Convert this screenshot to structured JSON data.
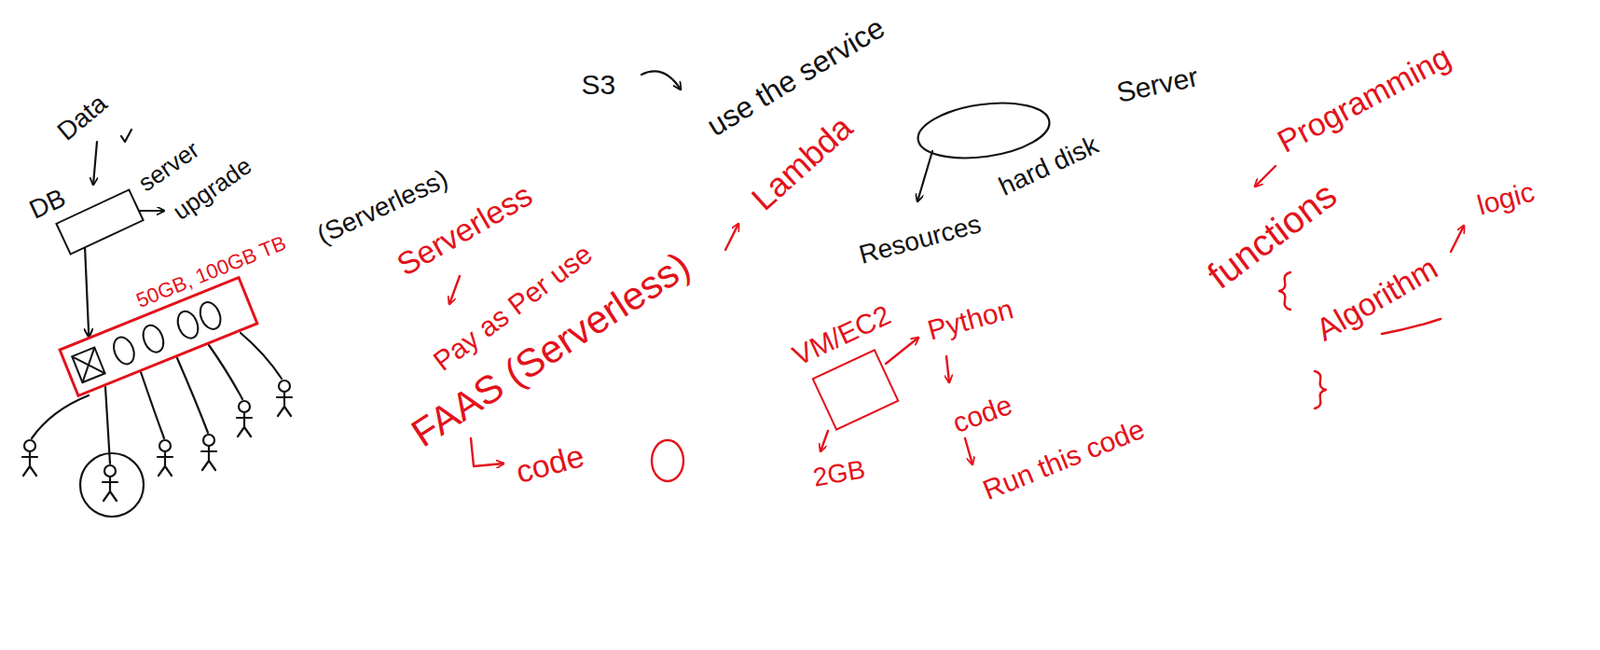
{
  "diagram": {
    "nodes": [
      {
        "text": [
          "DB"
        ]
      },
      {
        "text": [
          "50GB, 100GB TB"
        ]
      },
      {
        "text": [
          "VM/EC2"
        ]
      }
    ],
    "edges": [
      {
        "from": 0,
        "to": 1,
        "arrow": "to"
      }
    ],
    "labels": [
      "Data",
      "server",
      "upgrade",
      "(Serverless)",
      "S3",
      "use the service",
      "Server",
      "hard disk",
      "Resources",
      "Serverless",
      "Pay as Per use",
      "FAAS (Serverless)",
      "Lambda",
      "code",
      "Python",
      "code",
      "Run this code",
      "2GB",
      "Programming",
      "functions",
      "Algorithm",
      "logic"
    ]
  }
}
